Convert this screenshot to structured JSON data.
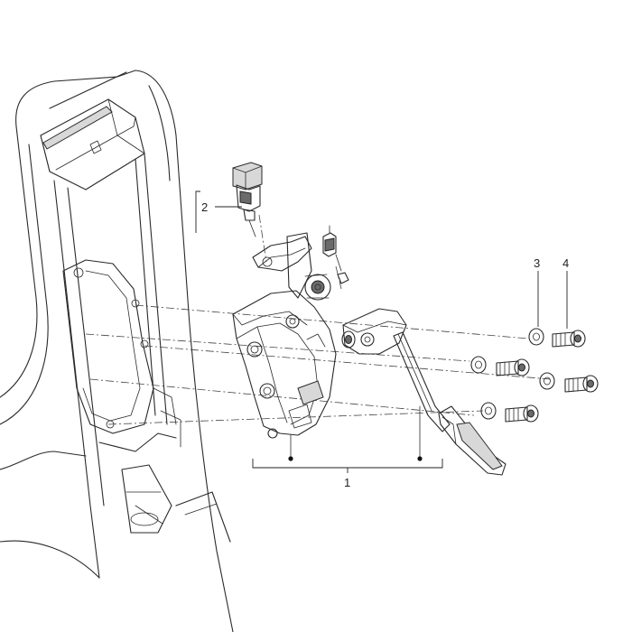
{
  "callouts": {
    "c1": "1",
    "c2": "2",
    "c3": "3",
    "c4": "4"
  },
  "colors": {
    "line": "#2a2a2a",
    "shade": "#d8d8d8",
    "background": "#ffffff"
  }
}
